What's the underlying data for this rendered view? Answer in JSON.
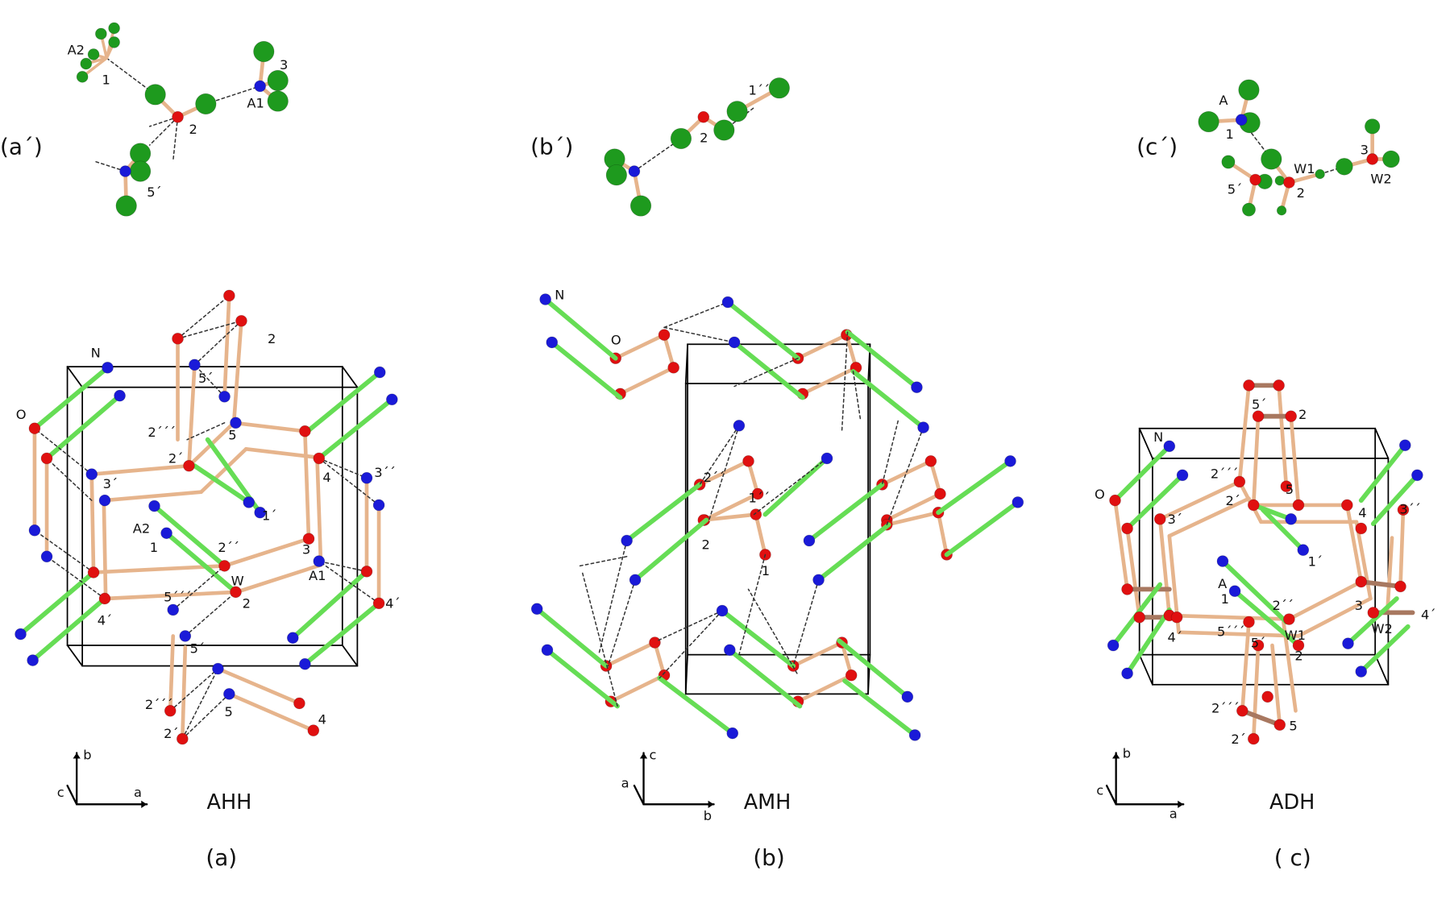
{
  "colors": {
    "nitrogen": "#1a1ad8",
    "oxygen": "#e01010",
    "hydrogen": "#1e9a1e",
    "nh_bond": "#66dd55",
    "bond": "#e6b48c",
    "bond_dark": "#a87860",
    "cell": "#000000"
  },
  "panel_a_prime": {
    "caption": "(a´)",
    "labels": [
      "A2",
      "1",
      "3",
      "A1",
      "2",
      "5´"
    ]
  },
  "panel_b_prime": {
    "caption": "(b´)",
    "labels": [
      "1´´",
      "2"
    ]
  },
  "panel_c_prime": {
    "caption": "(c´)",
    "labels": [
      "A",
      "1",
      "5´",
      "W1",
      "2",
      "3",
      "W2"
    ]
  },
  "panel_a": {
    "title": "AHH",
    "caption": "(a)",
    "axes": {
      "vertical": "b",
      "depth": "c",
      "horizontal": "a"
    },
    "labels": [
      "N",
      "O",
      "2",
      "5´",
      "2´´´",
      "2´",
      "5",
      "3´",
      "1´",
      "A2",
      "1",
      "2´´",
      "3",
      "W",
      "A1",
      "4",
      "3´´",
      "4´",
      "5´´´",
      "2",
      "4´",
      "5´",
      "2´´´",
      "2´",
      "5",
      "4"
    ]
  },
  "panel_b": {
    "title": "AMH",
    "caption": "(b)",
    "axes": {
      "vertical": "c",
      "depth": "a",
      "horizontal": "b"
    },
    "labels": [
      "N",
      "O",
      "2´´",
      "1´´",
      "2",
      "1"
    ]
  },
  "panel_c": {
    "title": "ADH",
    "caption": "( c)",
    "axes": {
      "vertical": "b",
      "depth": "c",
      "horizontal": "a"
    },
    "labels": [
      "N",
      "O",
      "5´",
      "2",
      "2´´´",
      "5",
      "2´",
      "3´",
      "4",
      "3´´",
      "1´",
      "A",
      "1",
      "2´´",
      "3",
      "4´",
      "W2",
      "4´",
      "5´´´",
      "5´",
      "W1",
      "2",
      "2´´´",
      "5",
      "2´"
    ]
  }
}
